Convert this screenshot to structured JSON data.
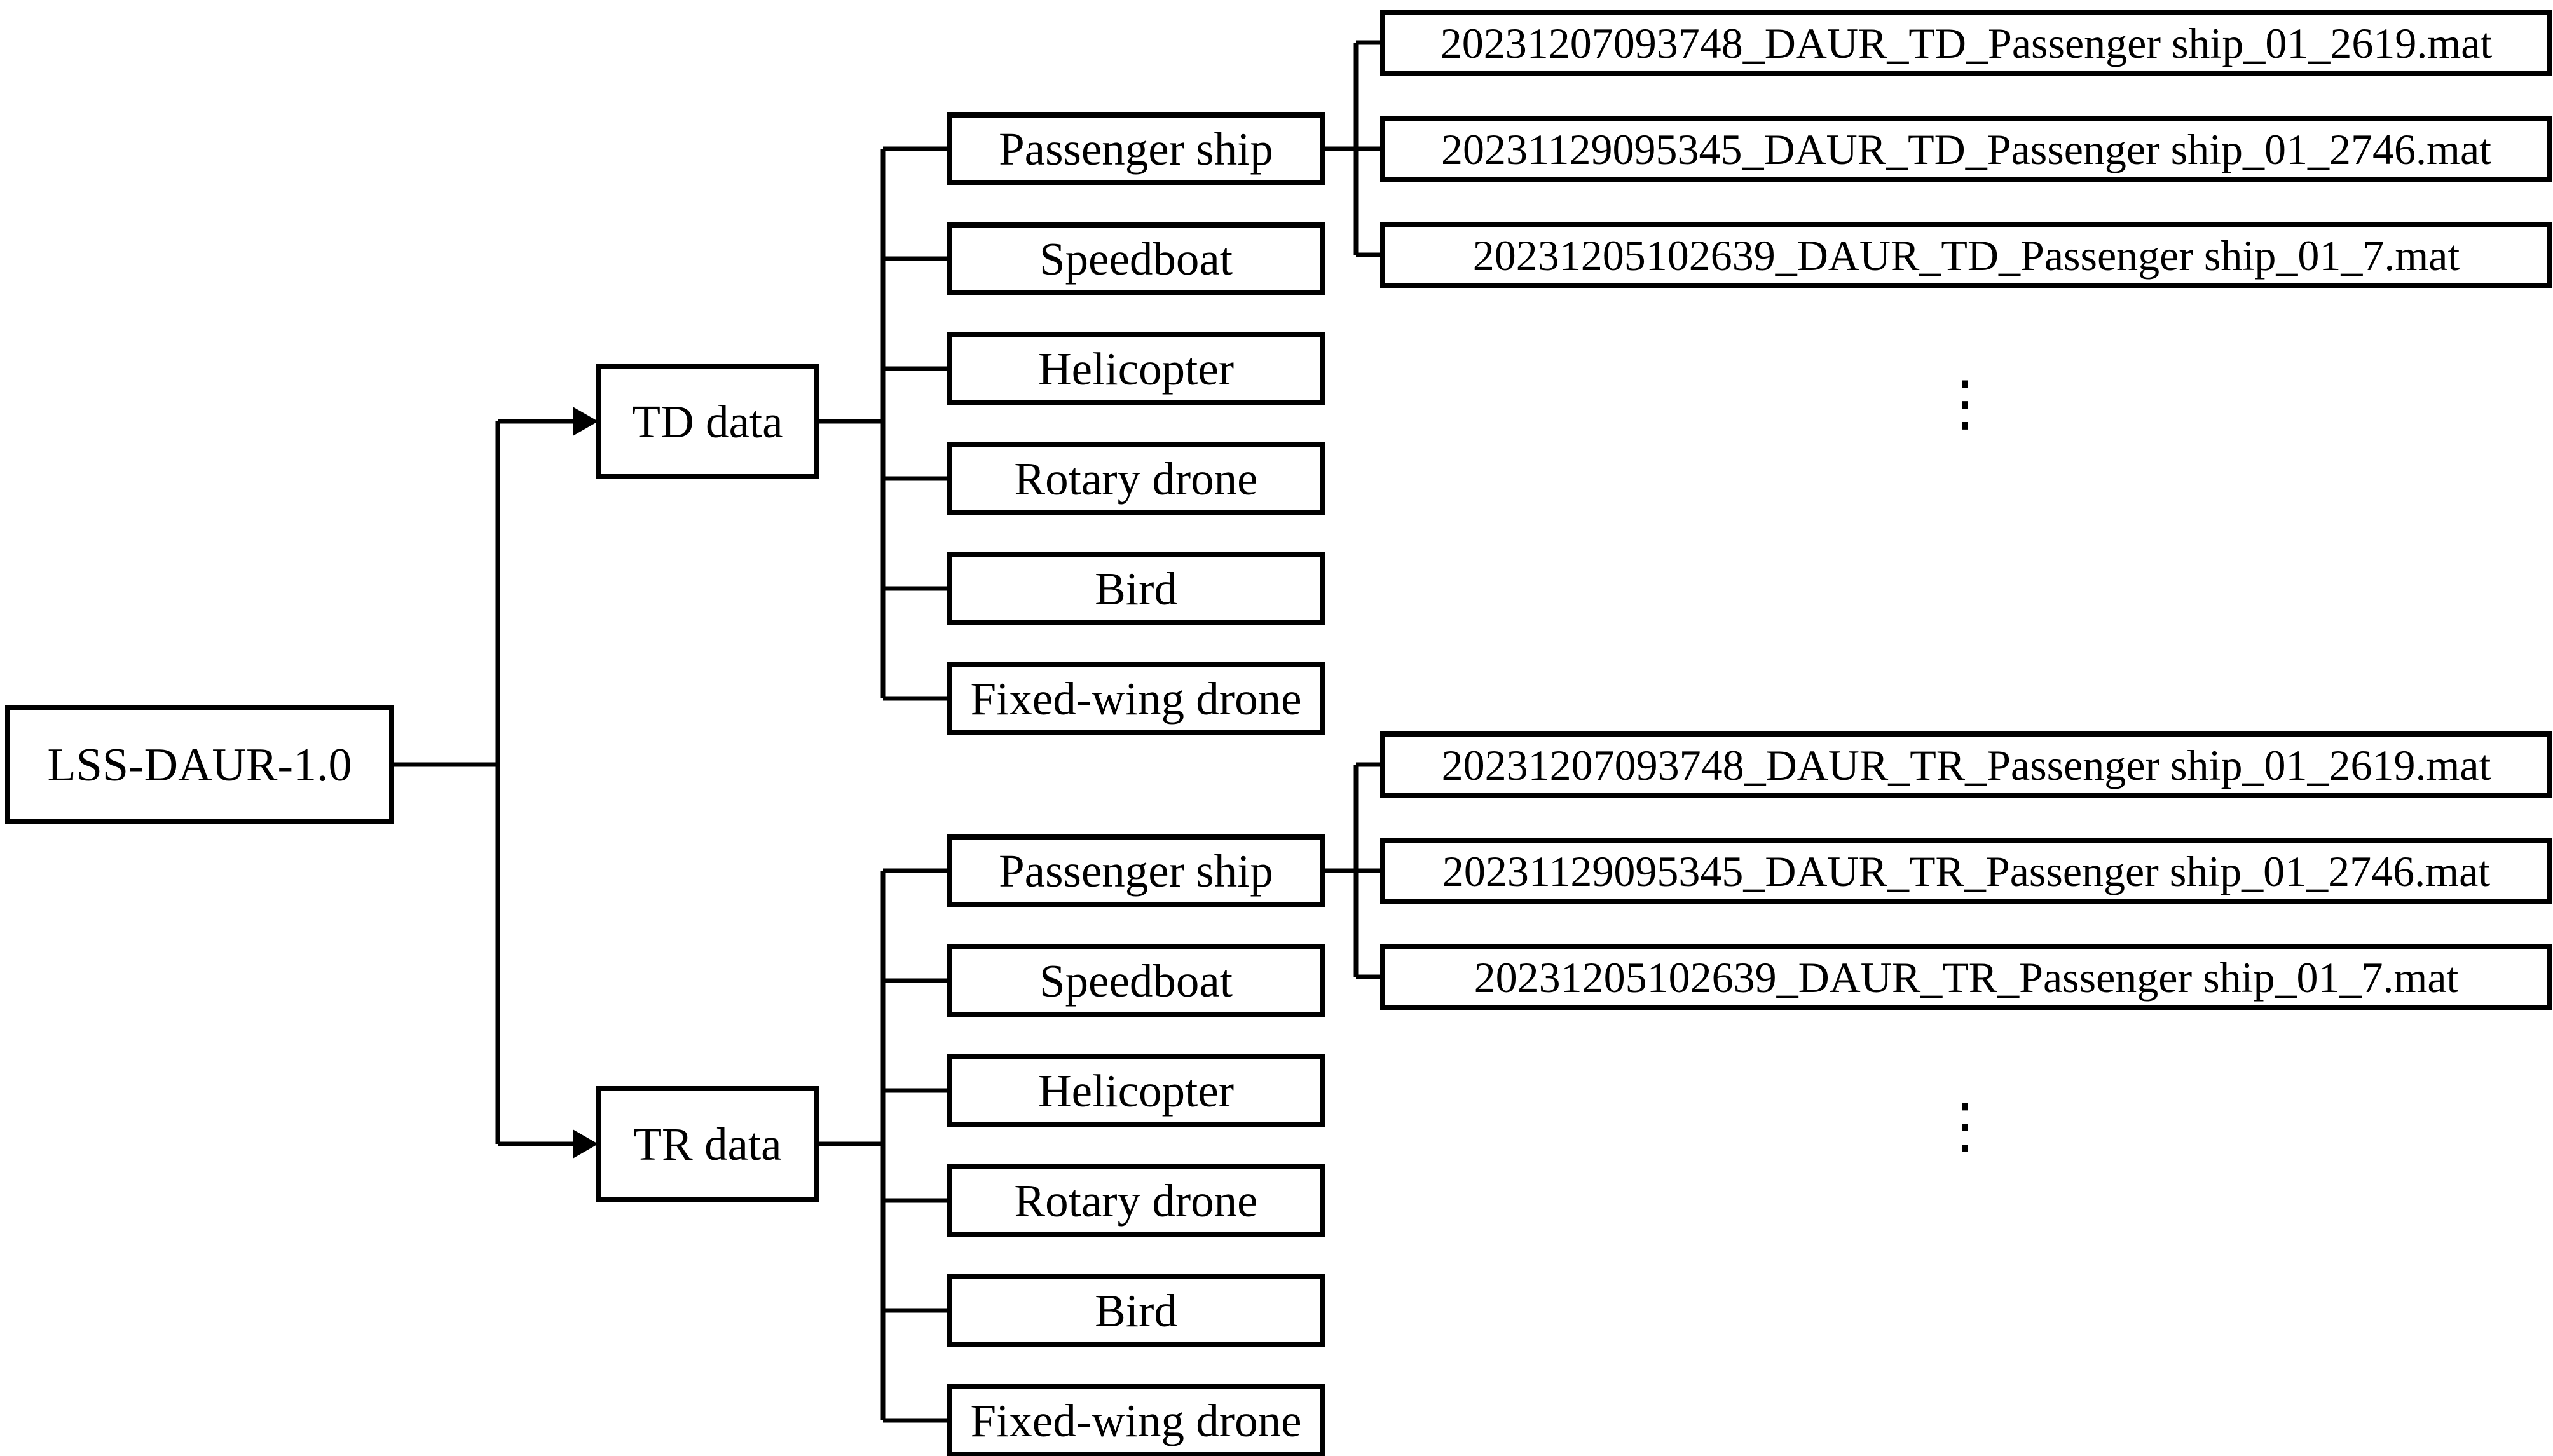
{
  "root": {
    "label": "LSS-DAUR-1.0"
  },
  "branches": [
    {
      "label": "TD data",
      "categories": [
        "Passenger ship",
        "Speedboat",
        "Helicopter",
        "Rotary drone",
        "Bird",
        "Fixed-wing drone"
      ],
      "passenger_ship_files": [
        "20231207093748_DAUR_TD_Passenger ship_01_2619.mat",
        "20231129095345_DAUR_TD_Passenger ship_01_2746.mat",
        "20231205102639_DAUR_TD_Passenger ship_01_7.mat"
      ],
      "more_files_ellipsis": "⋮"
    },
    {
      "label": "TR data",
      "categories": [
        "Passenger ship",
        "Speedboat",
        "Helicopter",
        "Rotary drone",
        "Bird",
        "Fixed-wing drone"
      ],
      "passenger_ship_files": [
        "20231207093748_DAUR_TR_Passenger ship_01_2619.mat",
        "20231129095345_DAUR_TR_Passenger ship_01_2746.mat",
        "20231205102639_DAUR_TR_Passenger ship_01_7.mat"
      ],
      "more_files_ellipsis": "⋮"
    }
  ],
  "colors": {
    "line": "#000000",
    "text": "#000000",
    "box_fill": "#ffffff",
    "background": "#ffffff"
  }
}
